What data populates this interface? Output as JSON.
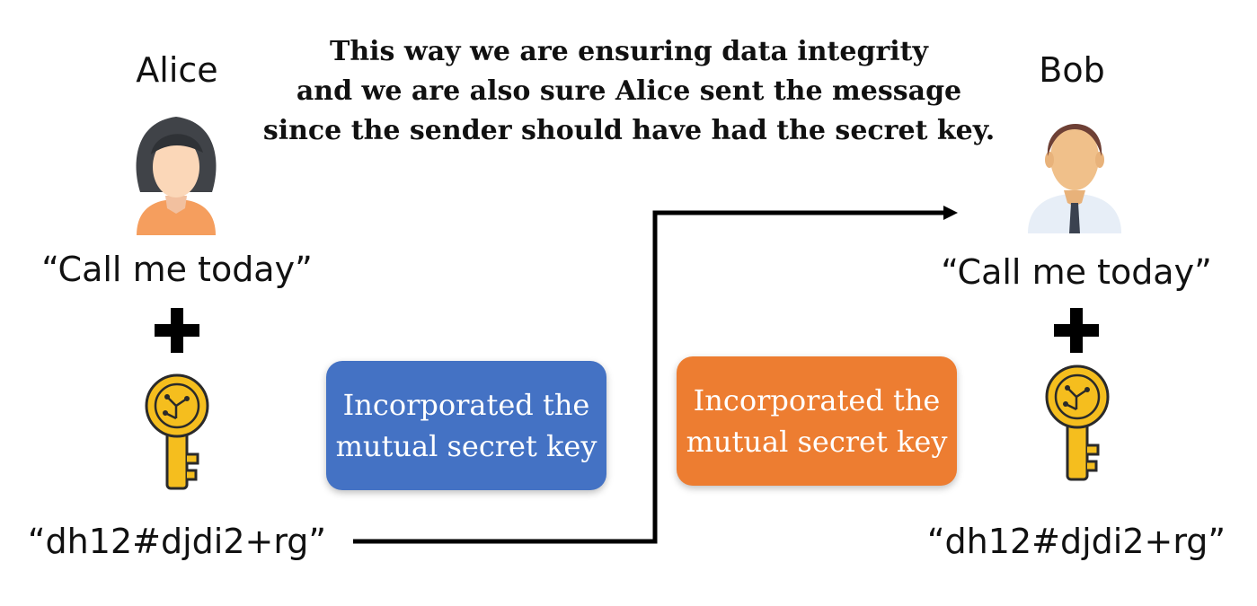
{
  "caption": {
    "lines": [
      "This way we are ensuring data integrity",
      "and we are also sure Alice sent the message",
      "since the sender should have had the secret key."
    ]
  },
  "alice": {
    "name": "Alice",
    "message": "“Call me today”",
    "encrypted": "“dh12#djdi2+rg”"
  },
  "bob": {
    "name": "Bob",
    "message": "“Call me today”",
    "encrypted": "“dh12#djdi2+rg”"
  },
  "boxes": {
    "left": {
      "line1": "Incorporated the",
      "line2": "mutual secret key",
      "color": "#4472C4"
    },
    "right": {
      "line1": "Incorporated the",
      "line2": "mutual secret key",
      "color": "#ED7D31"
    }
  },
  "icons": {
    "alice_avatar": "woman-avatar-icon",
    "bob_avatar": "man-avatar-icon",
    "plus": "plus-icon",
    "key": "circuit-key-icon"
  },
  "colors": {
    "key_gold": "#F5BE1E",
    "key_outline": "#2A2A2A",
    "alice_hair": "#404348",
    "alice_skin": "#FBD7B8",
    "alice_shirt": "#F59E5E",
    "bob_hair": "#6E4035",
    "bob_skin": "#F0C08A",
    "bob_shirt": "#E7EEF7"
  }
}
